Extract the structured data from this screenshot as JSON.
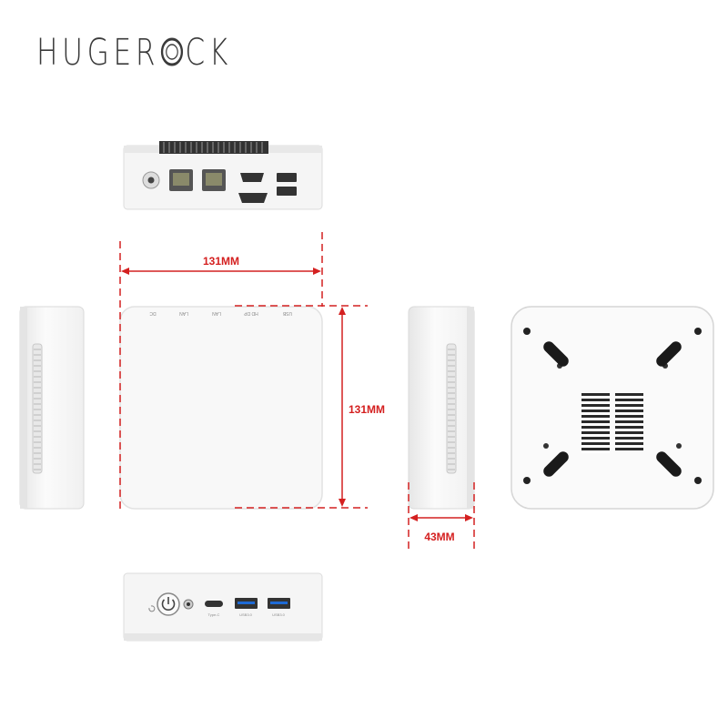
{
  "brand": {
    "name_prefix": "HUGER",
    "name_suffix": "CK",
    "logo_ring_color": "#3a3a3a"
  },
  "dimensions": {
    "width_label": "131MM",
    "depth_label": "131MM",
    "height_label": "43MM",
    "line_color": "#d42020"
  },
  "top_view": {
    "port_labels": [
      "DC",
      "LAN",
      "LAN",
      "HD DP",
      "USB"
    ]
  },
  "front_panel": {
    "port_labels": [
      "Type-C",
      "USB3.0",
      "USB3.0"
    ]
  },
  "colors": {
    "device_body": "#f4f4f4",
    "device_edge": "#dcdcdc",
    "foot": "#1a1a1a",
    "vent": "#2a2a2a"
  }
}
